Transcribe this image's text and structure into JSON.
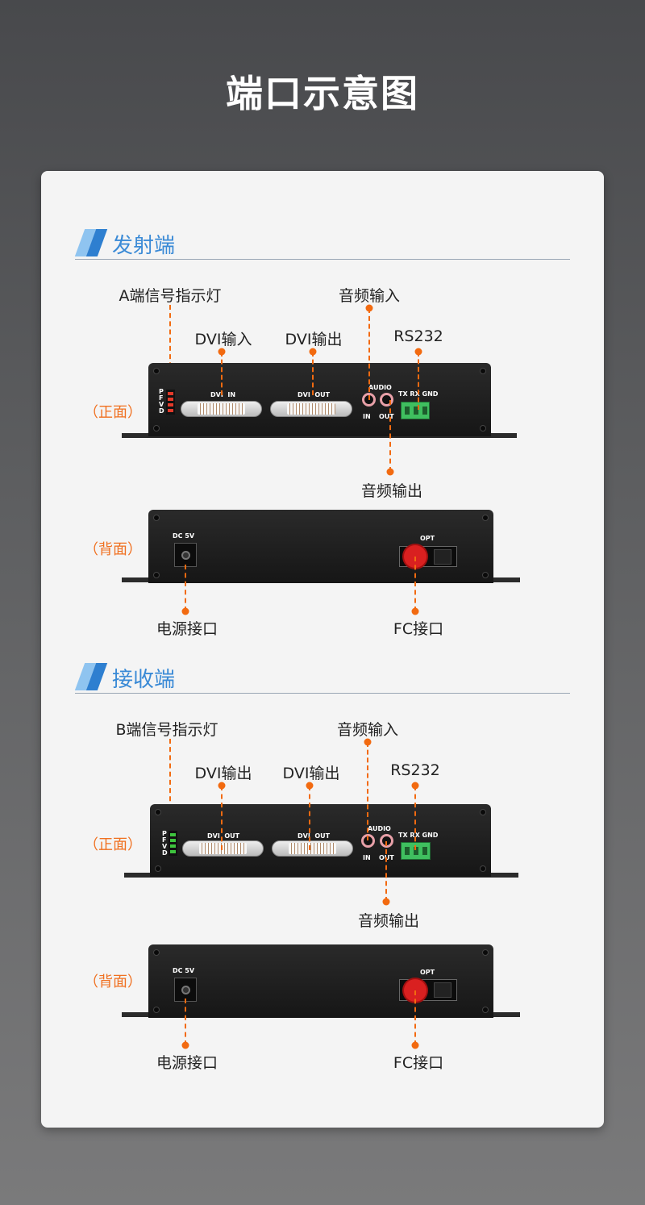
{
  "title": "端口示意图",
  "sections": [
    {
      "title": "发射端",
      "front_label": "（正面）",
      "back_label": "（背面）",
      "callouts": {
        "indicator": "A端信号指示灯",
        "dvi1": "DVI输入",
        "dvi2": "DVI输出",
        "audio_in": "音频输入",
        "rs232": "RS232",
        "audio_out": "音频输出",
        "power": "电源接口",
        "fc": "FC接口"
      },
      "panel": {
        "leds": [
          "P",
          "F",
          "V",
          "D"
        ],
        "dvi1": "DVI  IN",
        "dvi2": "DVI  OUT",
        "audio": "AUDIO",
        "in": "IN",
        "out": "OUT",
        "rs232_pins": "TX RX GND",
        "dc": "DC 5V",
        "opt": "OPT"
      },
      "led_color": "#e23a2a"
    },
    {
      "title": "接收端",
      "front_label": "（正面）",
      "back_label": "（背面）",
      "callouts": {
        "indicator": "B端信号指示灯",
        "dvi1": "DVI输出",
        "dvi2": "DVI输出",
        "audio_in": "音频输入",
        "rs232": "RS232",
        "audio_out": "音频输出",
        "power": "电源接口",
        "fc": "FC接口"
      },
      "panel": {
        "leds": [
          "P",
          "F",
          "V",
          "D"
        ],
        "dvi1": "DVI  OUT",
        "dvi2": "DVI  OUT",
        "audio": "AUDIO",
        "in": "IN",
        "out": "OUT",
        "rs232_pins": "TX RX GND",
        "dc": "DC 5V",
        "opt": "OPT"
      },
      "led_color": "#3ec43e"
    }
  ]
}
